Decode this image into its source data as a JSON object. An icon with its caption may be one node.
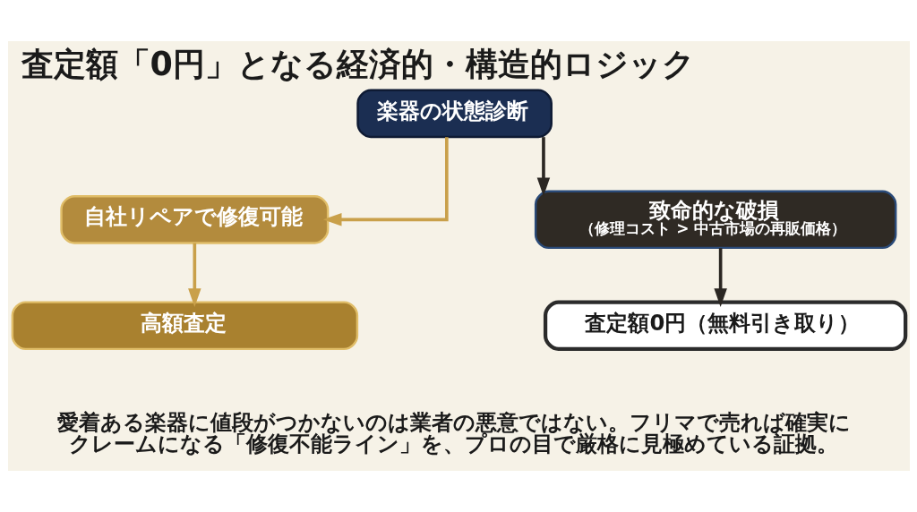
{
  "diagram": {
    "title": "査定額「0円」となる経済的・構造的ロジック",
    "caption": "愛着ある楽器に値段がつかないのは業者の悪意ではない。フリマで売れば確実にクレームになる「修復不能ライン」を、プロの目で厳格に見極めている証拠。",
    "nodes": [
      {
        "text": [
          "楽器の状態診断"
        ]
      },
      {
        "text": [
          "自社リペアで修復可能"
        ]
      },
      {
        "text": [
          "致命的な破損",
          "（修理コスト > 中古市場の再販価格）"
        ]
      },
      {
        "text": [
          "高額査定"
        ]
      },
      {
        "text": [
          "査定額0円（無料引き取り）"
        ]
      }
    ],
    "edges": [
      {
        "from": 0,
        "to": 1,
        "arrow": "to",
        "color": "#c9a04a"
      },
      {
        "from": 0,
        "to": 2,
        "arrow": "to",
        "color": "#2b2723"
      },
      {
        "from": 1,
        "to": 3,
        "arrow": "to",
        "color": "#c9a04a"
      },
      {
        "from": 2,
        "to": 4,
        "arrow": "to",
        "color": "#2b2723"
      }
    ]
  }
}
